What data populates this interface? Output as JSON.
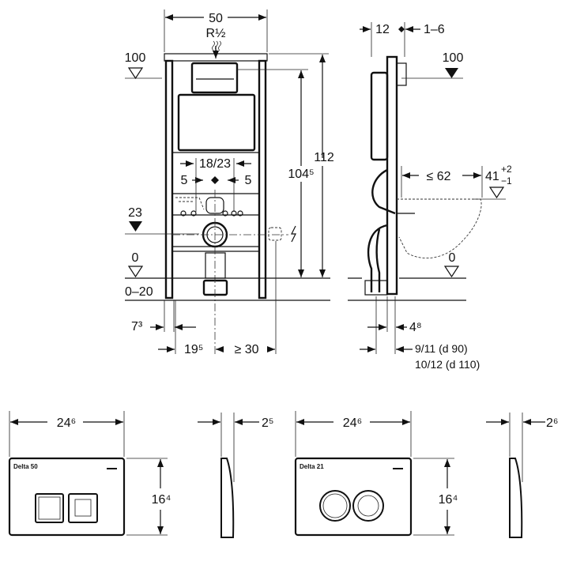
{
  "front_view": {
    "width": "50",
    "thread": "R½",
    "level_top": "100",
    "height_total": "112",
    "height_inner": "104⁵",
    "outlet_spacing": "18/23",
    "left_offset": "5",
    "right_offset": "5",
    "level_water": "23",
    "level_floor": "0",
    "floor_range": "0–20",
    "leg_offset": "7³",
    "supply_offset": "19⁵",
    "socket_distance": "≥ 30"
  },
  "side_view": {
    "depth_top": "12",
    "adjust_range": "1–6",
    "level_top": "100",
    "bowl_length": "≤ 62",
    "bowl_height": "41",
    "bowl_tol_plus": "+2",
    "bowl_tol_minus": "−1",
    "level_floor": "0",
    "pipe_offset": "4⁸",
    "pipe_d90": "9/11  (d 90)",
    "pipe_d110": "10/12 (d 110)"
  },
  "plates": [
    {
      "name": "Delta 50",
      "width": "24⁶",
      "height": "16⁴",
      "depth": "2⁵"
    },
    {
      "name": "Delta 21",
      "width": "24⁶",
      "height": "16⁴",
      "depth": "2⁶"
    }
  ]
}
